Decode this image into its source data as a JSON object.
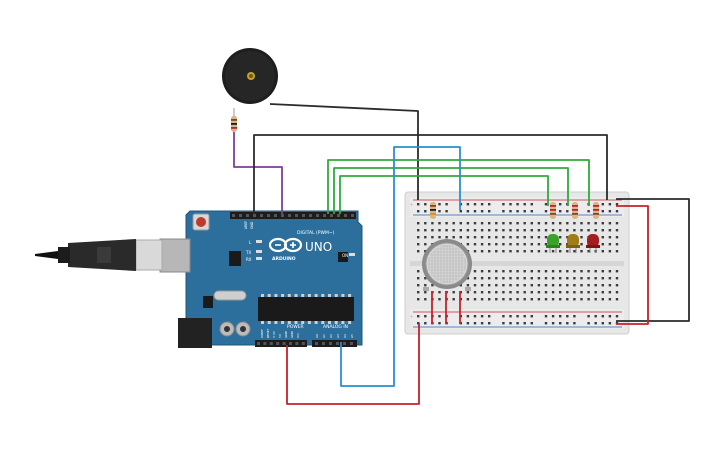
{
  "arduino": {
    "brand": "ARDUINO",
    "model": "UNO",
    "digital_label": "DIGITAL (PWM~)",
    "power_label": "POWER",
    "analog_label": "ANALOG IN",
    "aref": "AREF",
    "gnd": "GND",
    "led_l": "L",
    "tx": "TX",
    "rx": "RX",
    "on": "ON",
    "ioref": "IOREF",
    "reset": "RESET",
    "v33": "3.3V",
    "v5": "5V",
    "vin": "Vin",
    "a0": "A0",
    "a1": "A1",
    "a2": "A2",
    "a3": "A3",
    "a4": "A4",
    "a5": "A5"
  },
  "breadboard": {
    "plus": "+",
    "minus": "-"
  },
  "colors": {
    "board": "#2d6f9c",
    "wire_black": "#2b2b2b",
    "wire_purple": "#7b3f9e",
    "wire_green": "#2eab3a",
    "wire_blue": "#2a8fd1",
    "wire_red": "#c8202a",
    "led_green": "#3aa12a",
    "led_yellow": "#a07d16",
    "led_red": "#a31e1e"
  }
}
